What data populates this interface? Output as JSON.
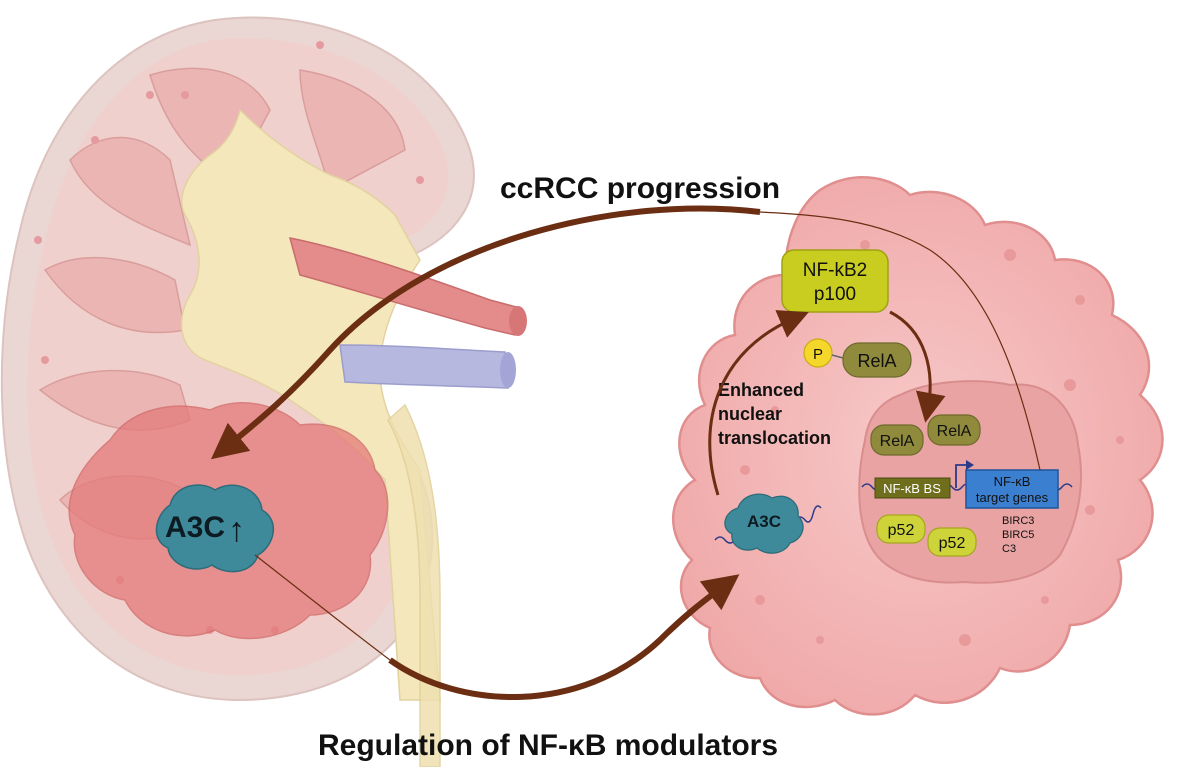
{
  "labels": {
    "top_arrow": "ccRCC progression",
    "bottom_arrow": "Regulation of NF-κB modulators",
    "tumor_text": "A3C",
    "tumor_arrow": "↑",
    "cell_a3c": "A3C",
    "nfkb2_line1": "NF-kB2",
    "nfkb2_line2": "p100",
    "phospho": "P",
    "rela_cyto": "RelA",
    "rela_nuc_1": "RelA",
    "rela_nuc_2": "RelA",
    "translocation_line1": "Enhanced",
    "translocation_line2": "nuclear",
    "translocation_line3": "translocation",
    "nfkb_bs": "NF-κB BS",
    "target_line1": "NF-κB",
    "target_line2": "target genes",
    "p52_1": "p52",
    "p52_2": "p52",
    "gene_1": "BIRC3",
    "gene_2": "BIRC5",
    "gene_3": "C3"
  },
  "colors": {
    "arrow": "#6b2e12",
    "cell_fill": "#f3b7b7",
    "nucleus_fill": "#eaa2a2",
    "kidney_cortex": "#f2d6d2",
    "kidney_outer": "#e8d3cf",
    "pelvis": "#f4e8c0",
    "ureter": "#efe2b4",
    "tumor": "#e27878",
    "a3c_protein": "#3f8a9a",
    "nfkb2_box": "#c8cc1f",
    "rela": "#8f8a3c",
    "p52": "#cfd33a",
    "phospho": "#f4d72a",
    "nfkb_bs": "#6f6e1c",
    "target_genes": "#3b7fd0",
    "artery": "#e58a8a",
    "vein": "#b3b5dd"
  },
  "icons": [
    "kidney-illustration",
    "tumor-cell-illustration",
    "a3c-protein-icon"
  ]
}
